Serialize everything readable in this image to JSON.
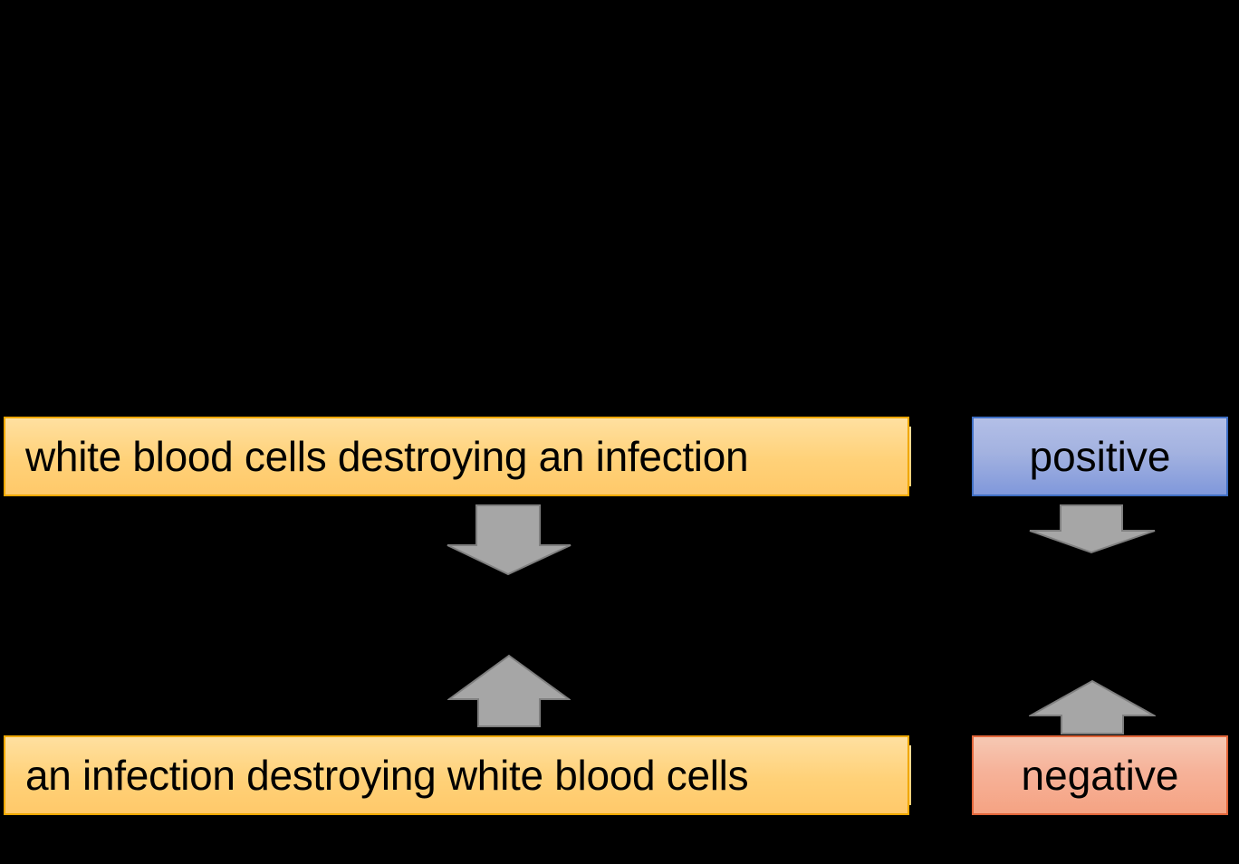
{
  "diagram": {
    "background_color": "#000000",
    "sentences": [
      {
        "id": "sentence-top",
        "text": "white blood cells destroying an infection",
        "fill_color": "#FFD178",
        "border_color": "#F0A800"
      },
      {
        "id": "sentence-bottom",
        "text": "an infection destroying white blood cells",
        "fill_color": "#FFD178",
        "border_color": "#F0A800"
      }
    ],
    "labels": [
      {
        "id": "label-positive",
        "text": "positive",
        "fill_color": "#A3B2E0",
        "border_color": "#3F6FC4"
      },
      {
        "id": "label-negative",
        "text": "negative",
        "fill_color": "#F5A383",
        "border_color": "#E2663A"
      }
    ],
    "arrows": [
      {
        "id": "arrow-down-left",
        "direction": "down",
        "color": "#A6A6A6",
        "outline_color": "#7F7F7F"
      },
      {
        "id": "arrow-up-left",
        "direction": "up",
        "color": "#A6A6A6",
        "outline_color": "#7F7F7F"
      },
      {
        "id": "arrow-down-right",
        "direction": "down",
        "color": "#A6A6A6",
        "outline_color": "#7F7F7F"
      },
      {
        "id": "arrow-up-right",
        "direction": "up",
        "color": "#A6A6A6",
        "outline_color": "#7F7F7F"
      }
    ]
  }
}
